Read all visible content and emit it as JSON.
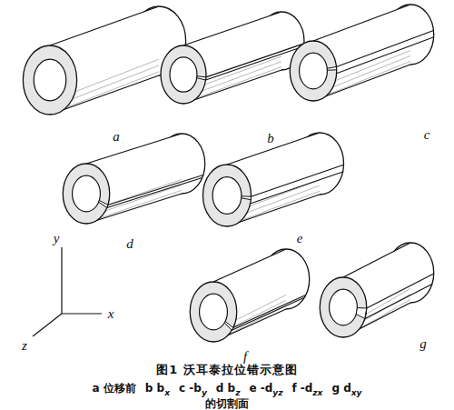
{
  "diagram": {
    "caption": "图1 沃耳泰拉位错示意图",
    "labels": [
      "a",
      "b",
      "c",
      "d",
      "e",
      "f",
      "g",
      "y",
      "x",
      "z",
      "a 位移前",
      "b b",
      "x",
      "c -b",
      "y",
      "d b",
      "z",
      "e -d",
      "yz",
      "f -d",
      "zx",
      "g d",
      "xy",
      "的切割面"
    ]
  }
}
